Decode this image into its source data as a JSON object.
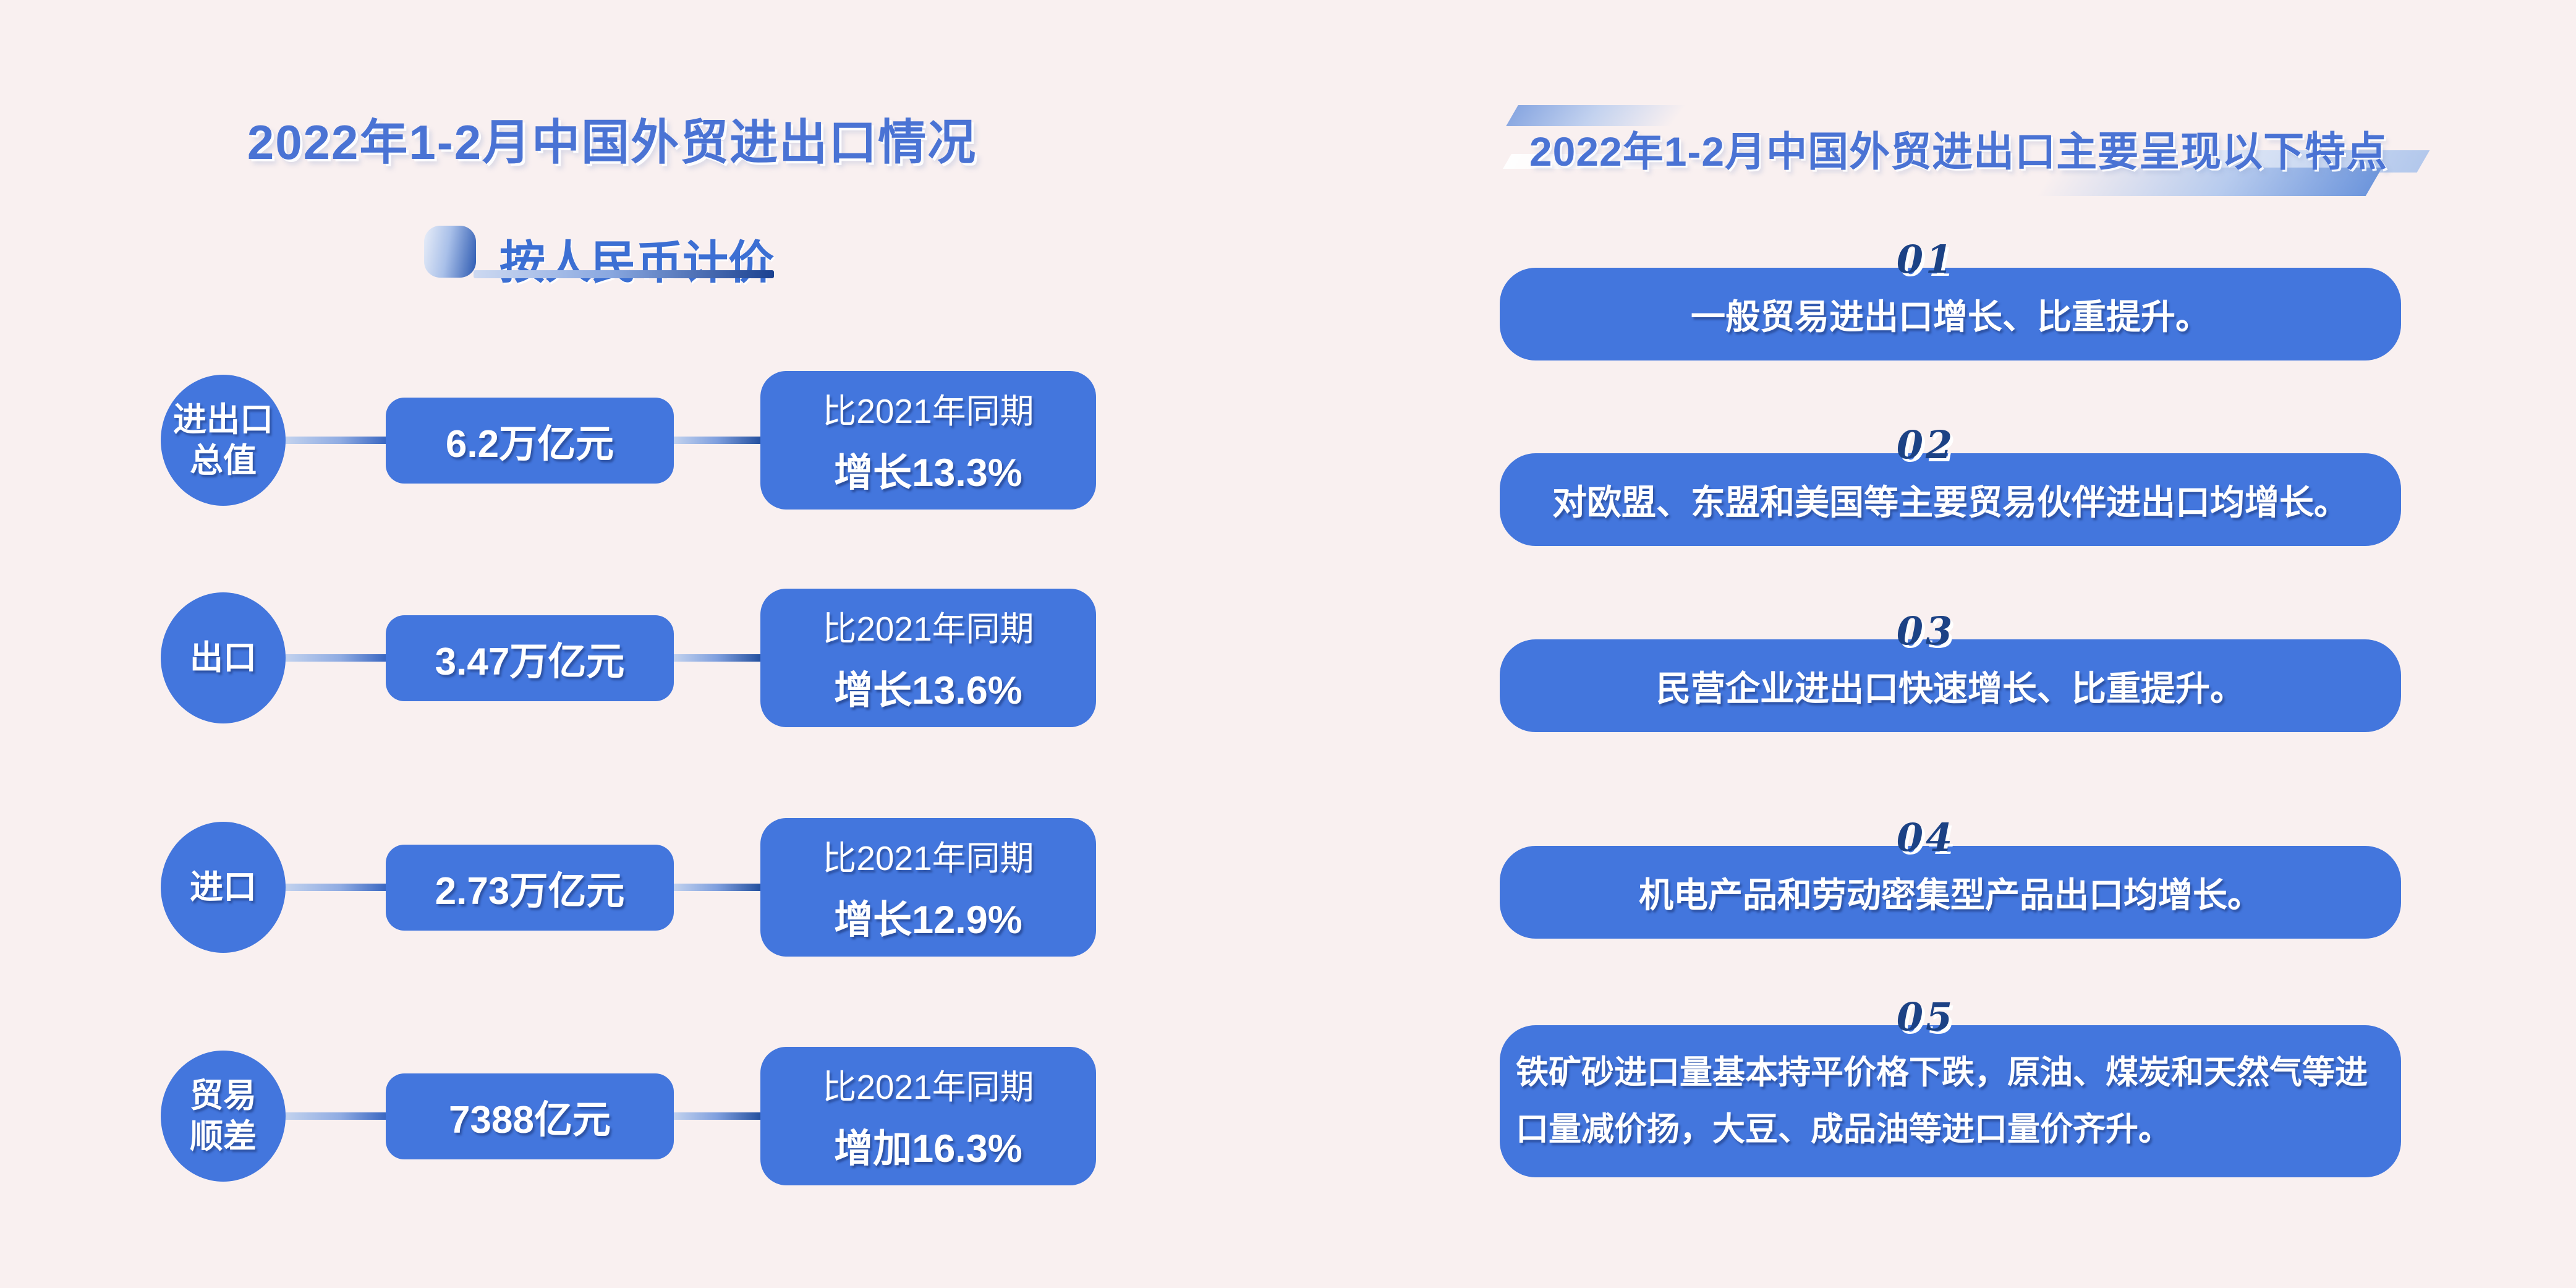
{
  "colors": {
    "background": "#f9f0f0",
    "shape_blue": "#4376dd",
    "title_blue": "#4a73d4",
    "number_navy": "#1c4285"
  },
  "left": {
    "title": "2022年1-2月中国外贸进出口情况",
    "subtitle": "按人民币计价",
    "rows": [
      {
        "label1": "进出口",
        "label2": "总值",
        "value": "6.2万亿元",
        "compare1": "比2021年同期",
        "compare2": "增长13.3%"
      },
      {
        "label1": "出口",
        "value": "3.47万亿元",
        "compare1": "比2021年同期",
        "compare2": "增长13.6%"
      },
      {
        "label1": "进口",
        "value": "2.73万亿元",
        "compare1": "比2021年同期",
        "compare2": "增长12.9%"
      },
      {
        "label1": "贸易",
        "label2": "顺差",
        "value": "7388亿元",
        "compare1": "比2021年同期",
        "compare2": "增加16.3%"
      }
    ]
  },
  "right": {
    "title": "2022年1-2月中国外贸进出口主要呈现以下特点",
    "features": [
      {
        "num": "01",
        "text": "一般贸易进出口增长、比重提升。"
      },
      {
        "num": "02",
        "text": "对欧盟、东盟和美国等主要贸易伙伴进出口均增长。"
      },
      {
        "num": "03",
        "text": "民营企业进出口快速增长、比重提升。"
      },
      {
        "num": "04",
        "text": "机电产品和劳动密集型产品出口均增长。"
      },
      {
        "num": "05",
        "text": "铁矿砂进口量基本持平价格下跌，原油、煤炭和天然气等进口量减价扬，大豆、成品油等进口量价齐升。"
      }
    ]
  }
}
